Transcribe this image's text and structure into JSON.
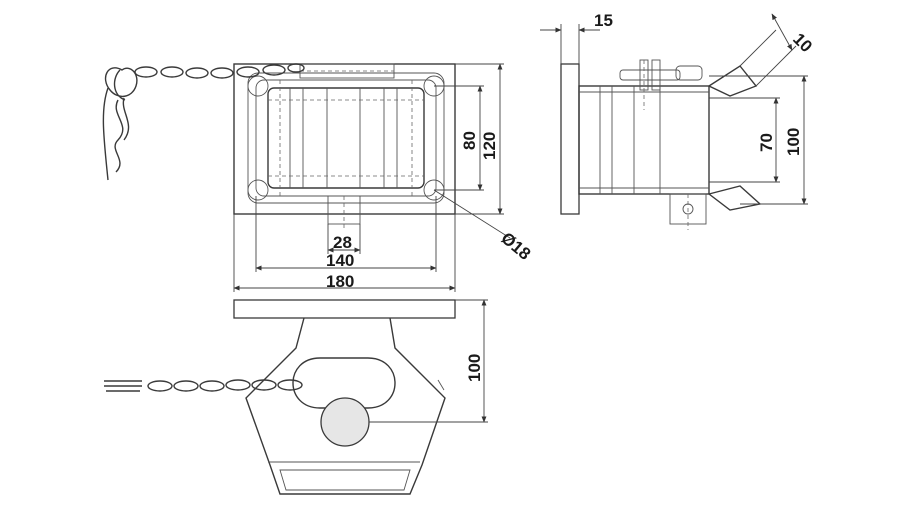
{
  "dimensions": {
    "d28": "28",
    "d140": "140",
    "d180": "180",
    "d80": "80",
    "d120": "120",
    "d18": "Ø18",
    "d15": "15",
    "d10": "10",
    "d70": "70",
    "d100_side": "100",
    "d100_bottom": "100"
  }
}
